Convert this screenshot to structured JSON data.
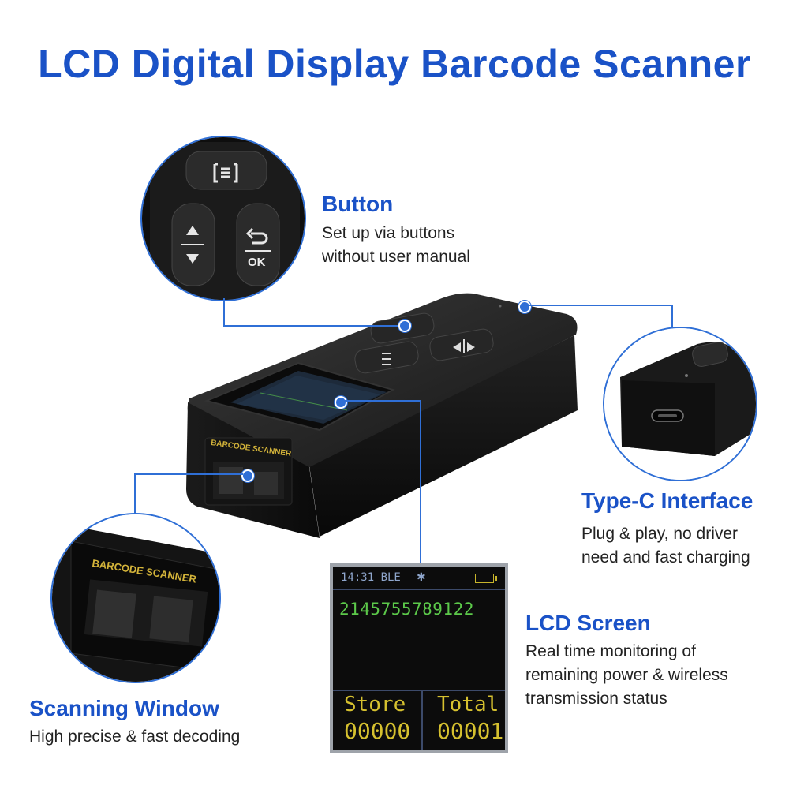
{
  "title": "LCD Digital Display Barcode Scanner",
  "features": {
    "button": {
      "title": "Button",
      "desc": [
        "Set up via buttons",
        "without user manual"
      ]
    },
    "typec": {
      "title": "Type-C Interface",
      "desc": [
        "Plug & play, no driver",
        "need and fast charging"
      ]
    },
    "lcd": {
      "title": "LCD Screen",
      "desc": [
        "Real time monitoring of",
        "remaining power & wireless",
        "transmission status"
      ]
    },
    "scan": {
      "title": "Scanning Window",
      "desc": [
        "High precise & fast decoding"
      ]
    }
  },
  "device": {
    "window_label": "BARCODE SCANNER",
    "ok_label": "OK"
  },
  "lcd_screen": {
    "status": "14:31 BLE",
    "code": "2145755789122",
    "store_label": "Store",
    "store_value": "00000",
    "total_label": "Total",
    "total_value": "00001"
  },
  "colors": {
    "accent": "#1a52c7",
    "leader": "#2f6fd6",
    "lcd_green": "#5cc94a",
    "lcd_yellow": "#d6c12f"
  }
}
